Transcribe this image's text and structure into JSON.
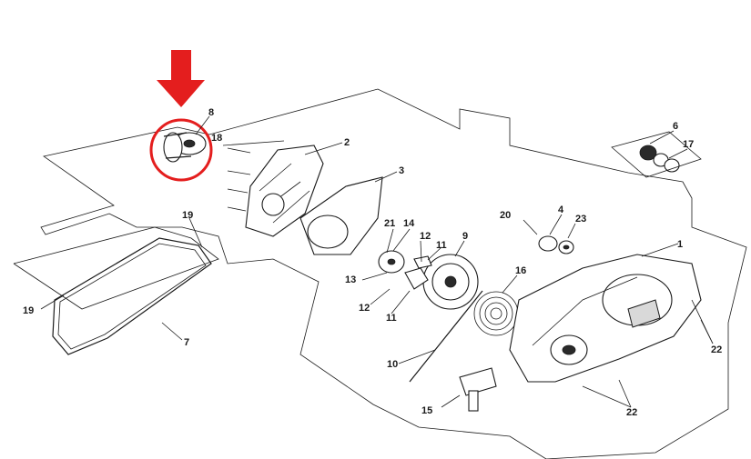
{
  "colors": {
    "highlight": "#e41e1e",
    "ink": "#1a1a1a"
  },
  "icons": {
    "pointer": "down-arrow-icon",
    "highlight": "circle-highlight"
  },
  "callouts": [
    {
      "id": "c1",
      "label": "1"
    },
    {
      "id": "c2",
      "label": "2"
    },
    {
      "id": "c3",
      "label": "3"
    },
    {
      "id": "c4",
      "label": "4"
    },
    {
      "id": "c6",
      "label": "6"
    },
    {
      "id": "c7",
      "label": "7"
    },
    {
      "id": "c8",
      "label": "8"
    },
    {
      "id": "c9",
      "label": "9"
    },
    {
      "id": "c10",
      "label": "10"
    },
    {
      "id": "c11a",
      "label": "11"
    },
    {
      "id": "c11b",
      "label": "11"
    },
    {
      "id": "c12a",
      "label": "12"
    },
    {
      "id": "c12b",
      "label": "12"
    },
    {
      "id": "c13",
      "label": "13"
    },
    {
      "id": "c14",
      "label": "14"
    },
    {
      "id": "c15",
      "label": "15"
    },
    {
      "id": "c16",
      "label": "16"
    },
    {
      "id": "c17",
      "label": "17"
    },
    {
      "id": "c18",
      "label": "18"
    },
    {
      "id": "c19a",
      "label": "19"
    },
    {
      "id": "c19b",
      "label": "19"
    },
    {
      "id": "c20",
      "label": "20"
    },
    {
      "id": "c21",
      "label": "21"
    },
    {
      "id": "c22a",
      "label": "22"
    },
    {
      "id": "c22b",
      "label": "22"
    },
    {
      "id": "c23",
      "label": "23"
    }
  ]
}
